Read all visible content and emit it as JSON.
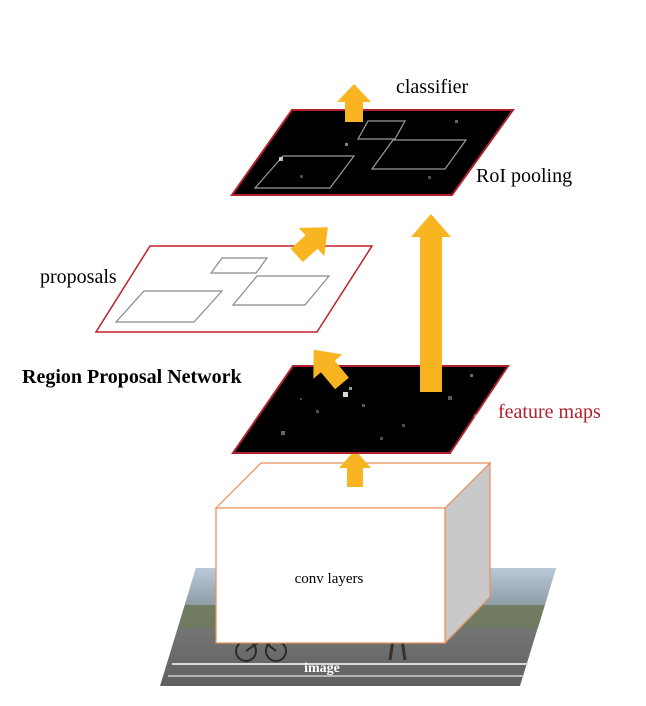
{
  "labels": {
    "classifier": "classifier",
    "roi_pooling": "RoI pooling",
    "proposals": "proposals",
    "rpn": "Region Proposal Network",
    "feature_maps": "feature maps",
    "conv_layers": "conv layers",
    "image": "image"
  },
  "colors": {
    "arrow": "#f8b521",
    "feature_map_border": "#b0202a",
    "proposals_border": "#c0202a",
    "conv_box_border": "#e8915a",
    "feature_maps_text": "#b0202a",
    "box_side": "#c8c8c8"
  }
}
